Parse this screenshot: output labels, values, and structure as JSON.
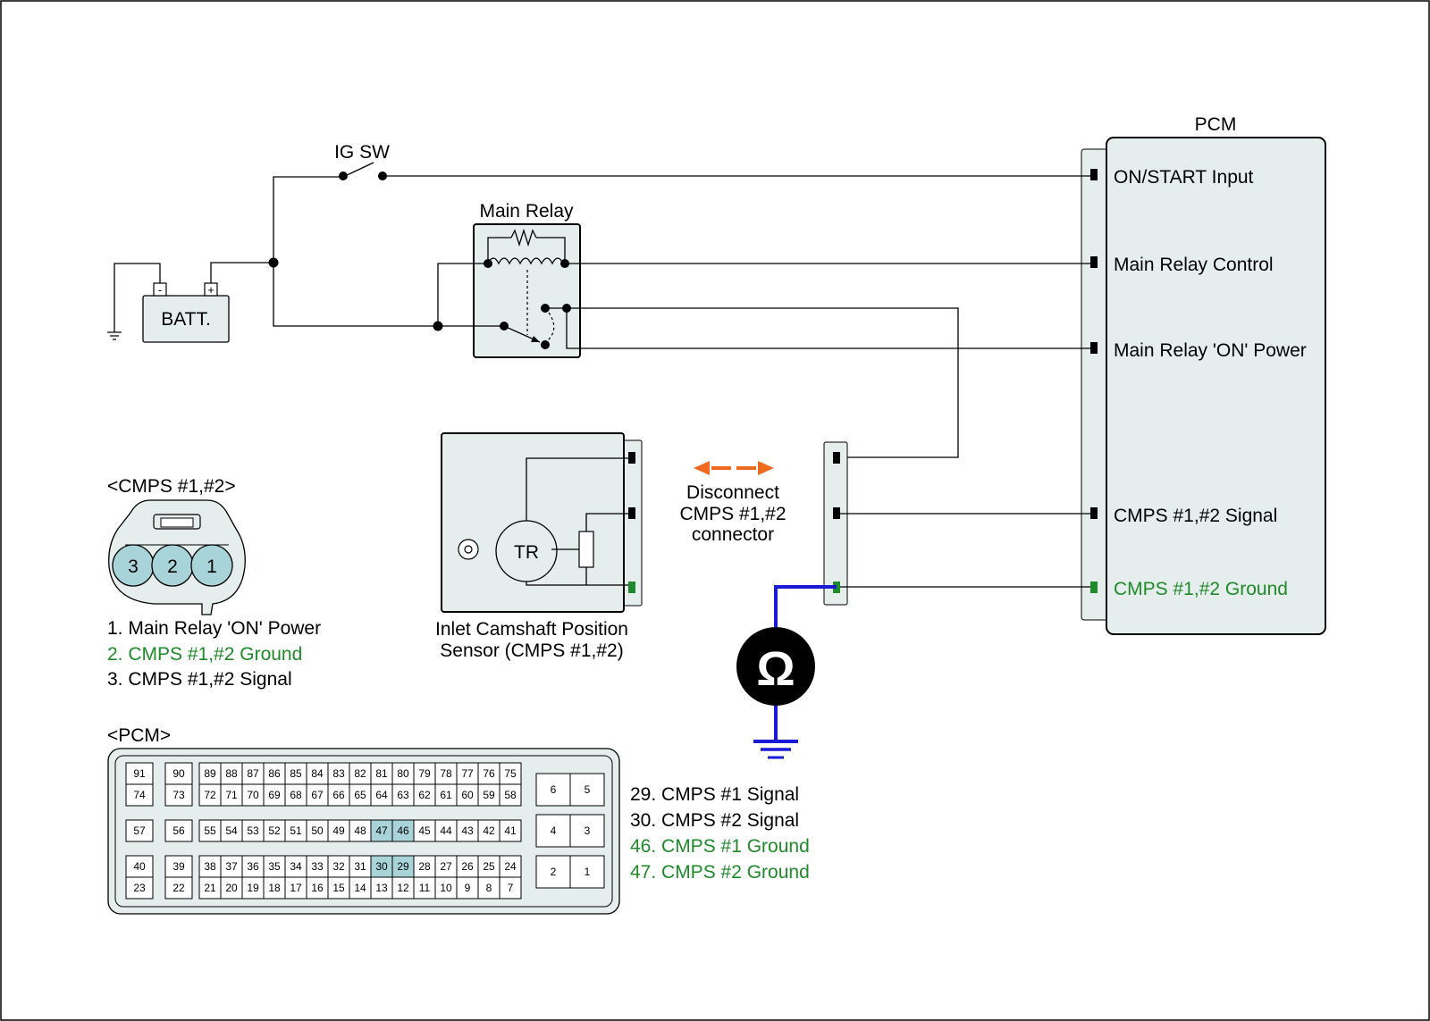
{
  "pcm": {
    "title": "PCM",
    "inputs": [
      "ON/START Input",
      "Main Relay Control",
      "Main Relay 'ON' Power",
      "CMPS #1,#2 Signal",
      "CMPS #1,#2 Ground"
    ]
  },
  "ig_sw": "IG SW",
  "main_relay": "Main Relay",
  "battery": {
    "label": "BATT.",
    "neg": "-",
    "pos": "+"
  },
  "sensor": {
    "symbol": "TR",
    "caption_line1": "Inlet Camshaft Position",
    "caption_line2": "Sensor (CMPS #1,#2)"
  },
  "disconnect": [
    "Disconnect",
    "CMPS #1,#2",
    "connector"
  ],
  "ohm": "Ω",
  "cmps_connector": {
    "title": "<CMPS #1,#2>",
    "pins": [
      "3",
      "2",
      "1"
    ],
    "legend": [
      "1. Main Relay 'ON' Power",
      "2. CMPS #1,#2 Ground",
      "3. CMPS #1,#2 Signal"
    ]
  },
  "pcm_connector": {
    "title": "<PCM>",
    "legend": [
      "29. CMPS #1 Signal",
      "30. CMPS #2 Signal",
      "46. CMPS #1 Ground",
      "47. CMPS #2 Ground"
    ],
    "highlight": [
      "47",
      "46",
      "30",
      "29"
    ],
    "pin_rows": [
      [
        "91",
        "90",
        "89",
        "88",
        "87",
        "86",
        "85",
        "84",
        "83",
        "82",
        "81",
        "80",
        "79",
        "78",
        "77",
        "76",
        "75"
      ],
      [
        "74",
        "73",
        "72",
        "71",
        "70",
        "69",
        "68",
        "67",
        "66",
        "65",
        "64",
        "63",
        "62",
        "61",
        "60",
        "59",
        "58"
      ],
      [
        "57",
        "56",
        "55",
        "54",
        "53",
        "52",
        "51",
        "50",
        "49",
        "48",
        "47",
        "46",
        "45",
        "44",
        "43",
        "42",
        "41"
      ],
      [
        "40",
        "39",
        "38",
        "37",
        "36",
        "35",
        "34",
        "33",
        "32",
        "31",
        "30",
        "29",
        "28",
        "27",
        "26",
        "25",
        "24"
      ],
      [
        "23",
        "22",
        "21",
        "20",
        "19",
        "18",
        "17",
        "16",
        "15",
        "14",
        "13",
        "12",
        "11",
        "10",
        "9",
        "8",
        "7"
      ]
    ],
    "right_block": [
      [
        "6",
        "5"
      ],
      [
        "4",
        "3"
      ],
      [
        "2",
        "1"
      ]
    ]
  },
  "colors": {
    "fill": "#e6eded",
    "pin_highlight": "#a8d3d8",
    "ground": "#1e8a2a",
    "meter_wire": "#1a1ad6",
    "arrow": "#ee6a1e"
  }
}
